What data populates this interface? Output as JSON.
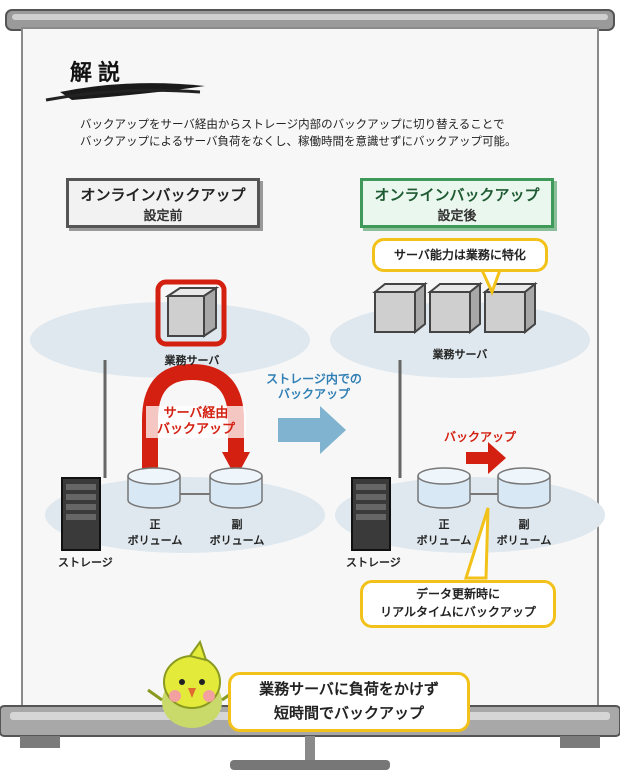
{
  "header": {
    "title": "解説"
  },
  "intro": {
    "line1": "バックアップをサーバ経由からストレージ内部のバックアップに切り替えることで",
    "line2": "バックアップによるサーバ負荷をなくし、稼働時間を意識せずにバックアップ可能。"
  },
  "left_panel": {
    "title": "オンラインバックアップ",
    "subtitle": "設定前",
    "server_label": "業務サーバ",
    "route_label_line1": "サーバ経由",
    "route_label_line2": "バックアップ",
    "volume_primary_1": "正",
    "volume_primary_2": "ボリューム",
    "volume_secondary_1": "副",
    "volume_secondary_2": "ボリューム",
    "storage_label": "ストレージ"
  },
  "transition": {
    "line1": "ストレージ内での",
    "line2": "バックアップ"
  },
  "right_panel": {
    "title": "オンラインバックアップ",
    "subtitle": "設定後",
    "callout_server": "サーバ能力は業務に特化",
    "server_label": "業務サーバ",
    "backup_label": "バックアップ",
    "volume_primary_1": "正",
    "volume_primary_2": "ボリューム",
    "volume_secondary_1": "副",
    "volume_secondary_2": "ボリューム",
    "storage_label": "ストレージ",
    "callout_update_line1": "データ更新時に",
    "callout_update_line2": "リアルタイムにバックアップ"
  },
  "footer": {
    "line1": "業務サーバに負荷をかけず",
    "line2": "短時間でバックアップ"
  },
  "colors": {
    "accent_red": "#d32011",
    "accent_green": "#3f9a5a",
    "accent_yellow": "#f2c21a",
    "accent_blue": "#2f7fb5"
  }
}
